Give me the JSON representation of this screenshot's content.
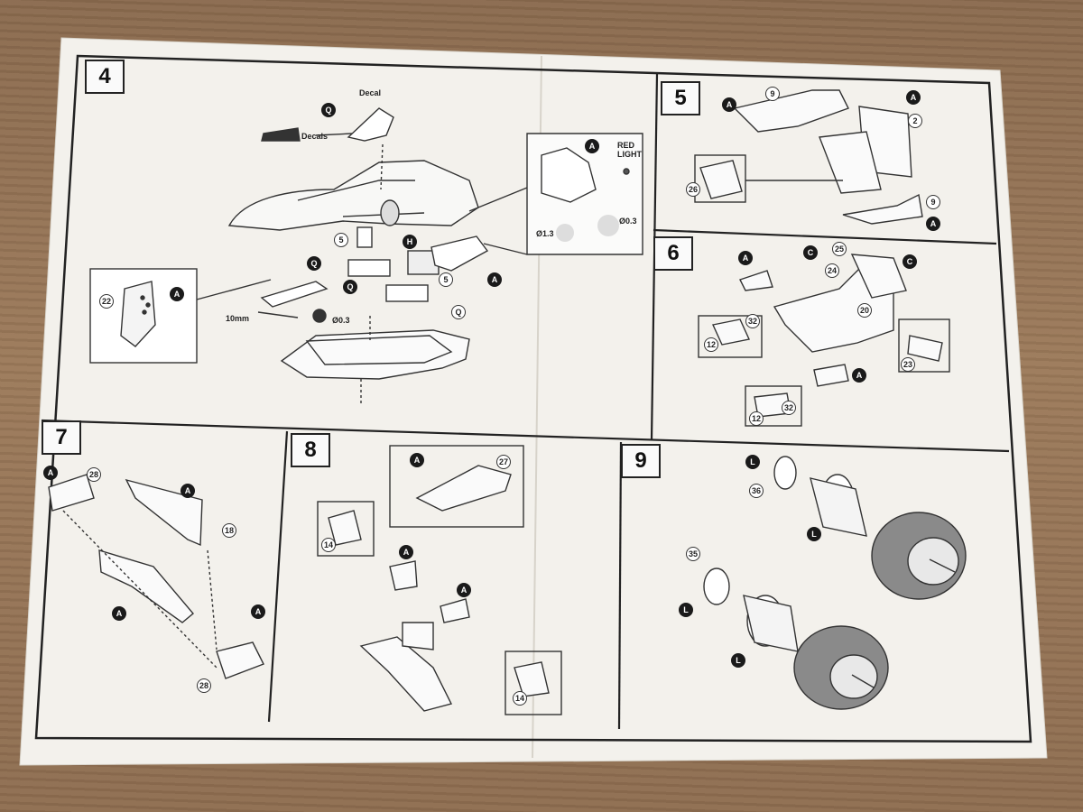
{
  "steps": {
    "s4": "4",
    "s5": "5",
    "s6": "6",
    "s7": "7",
    "s8": "8",
    "s9": "9"
  },
  "step4": {
    "decal": "Decal",
    "decals": "Decals",
    "red_light_1": "RED",
    "red_light_2": "LIGHT",
    "dim_10mm": "10mm",
    "dia_03": "Ø0.3",
    "dia_03b": "Ø0.3",
    "dia_13": "Ø1.3",
    "letters": [
      "Q",
      "Q",
      "Q",
      "Q",
      "A",
      "A",
      "A",
      "H"
    ],
    "numbers": [
      "5",
      "5",
      "22"
    ]
  },
  "step5": {
    "letters": [
      "A",
      "A",
      "A"
    ],
    "numbers": [
      "9",
      "2",
      "26",
      "9"
    ]
  },
  "step6": {
    "letters": [
      "A",
      "C",
      "C",
      "A"
    ],
    "numbers": [
      "25",
      "24",
      "20",
      "32",
      "12",
      "23",
      "12",
      "32"
    ]
  },
  "step7": {
    "letters": [
      "A",
      "A",
      "A",
      "A"
    ],
    "numbers": [
      "28",
      "18",
      "28"
    ]
  },
  "step8": {
    "letters": [
      "A",
      "A",
      "A"
    ],
    "numbers": [
      "27",
      "14",
      "14"
    ]
  },
  "step9": {
    "letters": [
      "L",
      "L",
      "L",
      "L"
    ],
    "numbers": [
      "36",
      "35"
    ]
  }
}
